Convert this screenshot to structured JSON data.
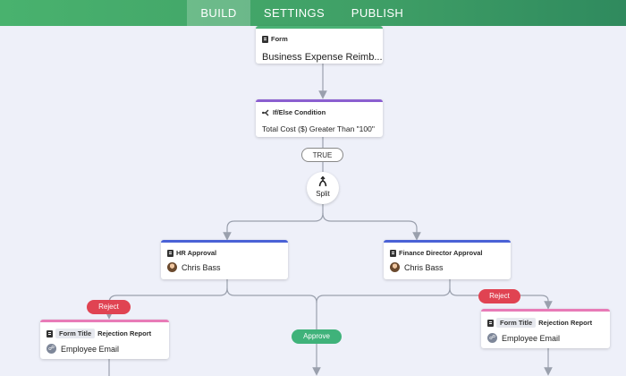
{
  "nav": {
    "build": "BUILD",
    "settings": "SETTINGS",
    "publish": "PUBLISH"
  },
  "form_card": {
    "type_label": "Form",
    "title": "Business Expense Reimb..."
  },
  "condition_card": {
    "type_label": "If/Else Condition",
    "expression": "Total Cost ($) Greater Than \"100\""
  },
  "true_label": "TRUE",
  "split_label": "Split",
  "hr_card": {
    "title": "HR Approval",
    "assignee": "Chris Bass"
  },
  "finance_card": {
    "title": "Finance Director Approval",
    "assignee": "Chris Bass"
  },
  "reject_label_left": "Reject",
  "reject_label_right": "Reject",
  "approve_label": "Approve",
  "rejection_left": {
    "chip": "Form Title",
    "title": "Rejection Report",
    "recipient": "Employee Email"
  },
  "rejection_right": {
    "chip": "Form Title",
    "title": "Rejection Report",
    "recipient": "Employee Email"
  },
  "colors": {
    "nav_green": "#49b26e",
    "form_accent": "#4cb276",
    "condition_accent": "#8b5fd0",
    "approval_accent": "#4a62d6",
    "rejection_accent": "#e87bb7",
    "reject_red": "#e04352",
    "approve_green": "#3fb27a"
  }
}
